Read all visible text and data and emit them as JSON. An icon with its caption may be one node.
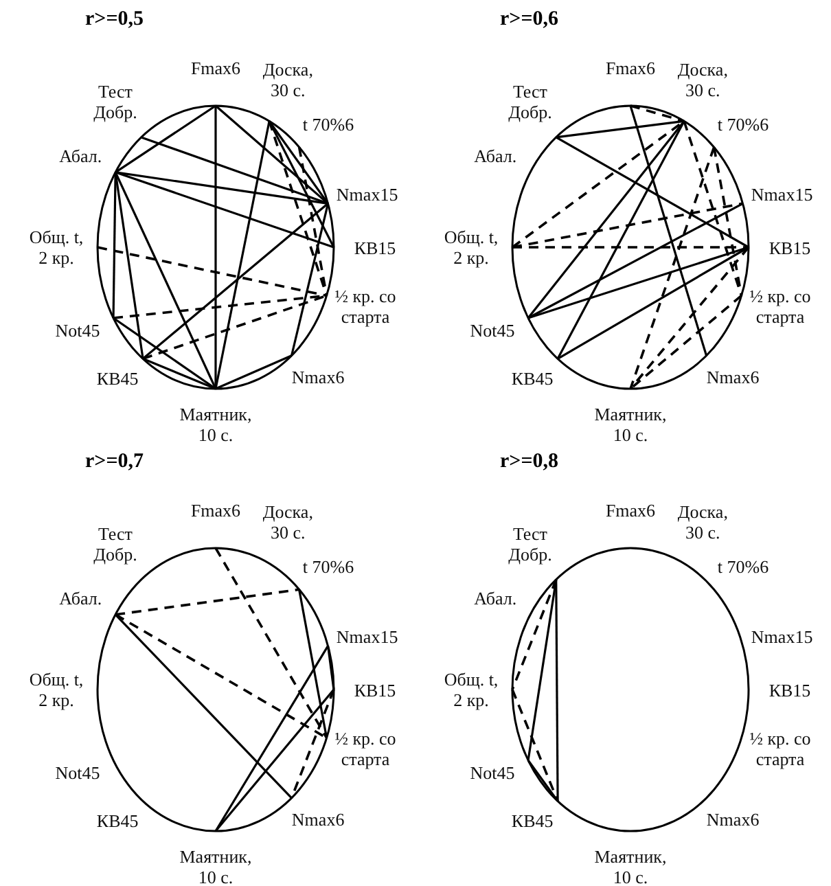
{
  "diagram": {
    "nodes": [
      {
        "text": [
          "Тест Добр."
        ]
      },
      {
        "text": [
          "Fmax6"
        ]
      },
      {
        "text": [
          "Доска, 30 с."
        ]
      },
      {
        "text": [
          "t 70%6"
        ]
      },
      {
        "text": [
          "Nmax15"
        ]
      },
      {
        "text": [
          "КВ15"
        ]
      },
      {
        "text": [
          "½ кр. со старта"
        ]
      },
      {
        "text": [
          "Nmax6"
        ]
      },
      {
        "text": [
          "Маятник, 10 с."
        ]
      },
      {
        "text": [
          "КВ45"
        ]
      },
      {
        "text": [
          "Not45"
        ]
      },
      {
        "text": [
          "Общ. t, 2 кр."
        ]
      },
      {
        "text": [
          "Абал."
        ]
      },
      {
        "text": [
          "Тест Добр."
        ]
      },
      {
        "text": [
          "Fmax6"
        ]
      },
      {
        "text": [
          "Доска, 30 с."
        ]
      },
      {
        "text": [
          "t 70%6"
        ]
      },
      {
        "text": [
          "Nmax15"
        ]
      },
      {
        "text": [
          "КВ15"
        ]
      },
      {
        "text": [
          "½ кр. со старта"
        ]
      },
      {
        "text": [
          "Nmax6"
        ]
      },
      {
        "text": [
          "Маятник, 10 с."
        ]
      },
      {
        "text": [
          "КВ45"
        ]
      },
      {
        "text": [
          "Not45"
        ]
      },
      {
        "text": [
          "Общ. t, 2 кр."
        ]
      },
      {
        "text": [
          "Абал."
        ]
      },
      {
        "text": [
          "Тест Добр."
        ]
      },
      {
        "text": [
          "Fmax6"
        ]
      },
      {
        "text": [
          "Доска, 30 с."
        ]
      },
      {
        "text": [
          "t 70%6"
        ]
      },
      {
        "text": [
          "Nmax15"
        ]
      },
      {
        "text": [
          "КВ15"
        ]
      },
      {
        "text": [
          "½ кр. со старта"
        ]
      },
      {
        "text": [
          "Nmax6"
        ]
      },
      {
        "text": [
          "Маятник, 10 с."
        ]
      },
      {
        "text": [
          "КВ45"
        ]
      },
      {
        "text": [
          "Not45"
        ]
      },
      {
        "text": [
          "Общ. t, 2 кр."
        ]
      },
      {
        "text": [
          "Абал."
        ]
      },
      {
        "text": [
          "Тест Добр."
        ]
      },
      {
        "text": [
          "Fmax6"
        ]
      },
      {
        "text": [
          "Доска, 30 с."
        ]
      },
      {
        "text": [
          "t 70%6"
        ]
      },
      {
        "text": [
          "Nmax15"
        ]
      },
      {
        "text": [
          "КВ15"
        ]
      },
      {
        "text": [
          "½ кр. со старта"
        ]
      },
      {
        "text": [
          "Nmax6"
        ]
      },
      {
        "text": [
          "Маятник, 10 с."
        ]
      },
      {
        "text": [
          "КВ45"
        ]
      },
      {
        "text": [
          "Not45"
        ]
      },
      {
        "text": [
          "Общ. t, 2 кр."
        ]
      },
      {
        "text": [
          "Абал."
        ]
      }
    ],
    "edges": [
      {
        "from": 1,
        "to": 12,
        "arrow": "none"
      },
      {
        "from": 1,
        "to": 8,
        "arrow": "none"
      },
      {
        "from": 1,
        "to": 4,
        "arrow": "none"
      },
      {
        "from": 0,
        "to": 4,
        "arrow": "none"
      },
      {
        "from": 12,
        "to": 4,
        "arrow": "none"
      },
      {
        "from": 12,
        "to": 5,
        "arrow": "none"
      },
      {
        "from": 12,
        "to": 10,
        "arrow": "none"
      },
      {
        "from": 12,
        "to": 9,
        "arrow": "none"
      },
      {
        "from": 12,
        "to": 8,
        "arrow": "none"
      },
      {
        "from": 2,
        "to": 8,
        "arrow": "none"
      },
      {
        "from": 2,
        "to": 4,
        "arrow": "none"
      },
      {
        "from": 2,
        "to": 5,
        "arrow": "none"
      },
      {
        "from": 4,
        "to": 9,
        "arrow": "none"
      },
      {
        "from": 4,
        "to": 7,
        "arrow": "none"
      },
      {
        "from": 10,
        "to": 8,
        "arrow": "none"
      },
      {
        "from": 7,
        "to": 8,
        "arrow": "none"
      },
      {
        "from": 9,
        "to": 8,
        "arrow": "none"
      },
      {
        "from": 11,
        "to": 6,
        "arrow": "none",
        "style": "dashed"
      },
      {
        "from": 10,
        "to": 6,
        "arrow": "none",
        "style": "dashed"
      },
      {
        "from": 9,
        "to": 6,
        "arrow": "none",
        "style": "dashed"
      },
      {
        "from": 2,
        "to": 6,
        "arrow": "none",
        "style": "dashed"
      },
      {
        "from": 3,
        "to": 6,
        "arrow": "none",
        "style": "dashed"
      },
      {
        "from": 13,
        "to": 15,
        "arrow": "none"
      },
      {
        "from": 13,
        "to": 18,
        "arrow": "none"
      },
      {
        "from": 14,
        "to": 20,
        "arrow": "none"
      },
      {
        "from": 15,
        "to": 23,
        "arrow": "none"
      },
      {
        "from": 15,
        "to": 22,
        "arrow": "none"
      },
      {
        "from": 23,
        "to": 17,
        "arrow": "none"
      },
      {
        "from": 23,
        "to": 18,
        "arrow": "none"
      },
      {
        "from": 22,
        "to": 18,
        "arrow": "none"
      },
      {
        "from": 14,
        "to": 15,
        "arrow": "none",
        "style": "dashed"
      },
      {
        "from": 24,
        "to": 15,
        "arrow": "none",
        "style": "dashed"
      },
      {
        "from": 24,
        "to": 17,
        "arrow": "none",
        "style": "dashed"
      },
      {
        "from": 24,
        "to": 18,
        "arrow": "none",
        "style": "dashed"
      },
      {
        "from": 15,
        "to": 19,
        "arrow": "none",
        "style": "dashed"
      },
      {
        "from": 16,
        "to": 21,
        "arrow": "none",
        "style": "dashed"
      },
      {
        "from": 18,
        "to": 21,
        "arrow": "none",
        "style": "dashed"
      },
      {
        "from": 19,
        "to": 21,
        "arrow": "none",
        "style": "dashed"
      },
      {
        "from": 16,
        "to": 19,
        "arrow": "none",
        "style": "dashed"
      },
      {
        "from": 38,
        "to": 29,
        "arrow": "none",
        "style": "dashed"
      },
      {
        "from": 38,
        "to": 32,
        "arrow": "none",
        "style": "dashed"
      },
      {
        "from": 27,
        "to": 32,
        "arrow": "none",
        "style": "dashed"
      },
      {
        "from": 31,
        "to": 33,
        "arrow": "none",
        "style": "dashed"
      },
      {
        "from": 38,
        "to": 33,
        "arrow": "none"
      },
      {
        "from": 29,
        "to": 32,
        "arrow": "none"
      },
      {
        "from": 30,
        "to": 34,
        "arrow": "none"
      },
      {
        "from": 31,
        "to": 34,
        "arrow": "none"
      },
      {
        "from": 30,
        "to": 31,
        "arrow": "none"
      },
      {
        "from": 39,
        "to": 48,
        "arrow": "none"
      },
      {
        "from": 39,
        "to": 49,
        "arrow": "none"
      },
      {
        "from": 49,
        "to": 48,
        "arrow": "none"
      },
      {
        "from": 39,
        "to": 50,
        "arrow": "none",
        "style": "dashed"
      },
      {
        "from": 50,
        "to": 48,
        "arrow": "none",
        "style": "dashed"
      }
    ],
    "labels": [
      "r>=0,5",
      "r>=0,6",
      "r>=0,7",
      "r>=0,8"
    ]
  }
}
